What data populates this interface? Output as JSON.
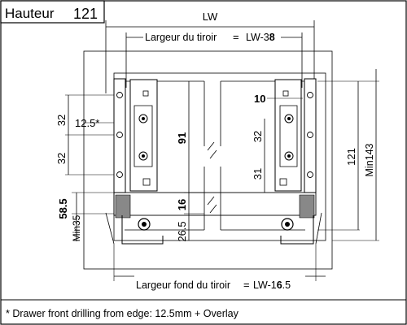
{
  "title": {
    "prefix": "Hauteur",
    "value": "121"
  },
  "labels": {
    "lw": "LW",
    "drawer_width": "Largeur du tiroir",
    "eq": "=",
    "lw_minus": "LW-3",
    "lw_minus_bold": "8",
    "bottom_width": "Largeur fond du tiroir",
    "lw_minus_bottom": "LW-1",
    "lw_minus_bottom_bold": "6",
    "lw_minus_bottom_tail": ".5"
  },
  "dimensions": {
    "d12_5": "12.5*",
    "d32_top": "32",
    "d32_bottom": "32",
    "d91": "91",
    "d16": "16",
    "d26_5": "26.5",
    "d58_5": "58.5",
    "min35": "Min35",
    "d10": "10",
    "d32_right": "32",
    "d31": "31",
    "d121": "121",
    "min143": "Min143"
  },
  "footnote": "* Drawer front drilling from edge: 12.5mm + Overlay"
}
